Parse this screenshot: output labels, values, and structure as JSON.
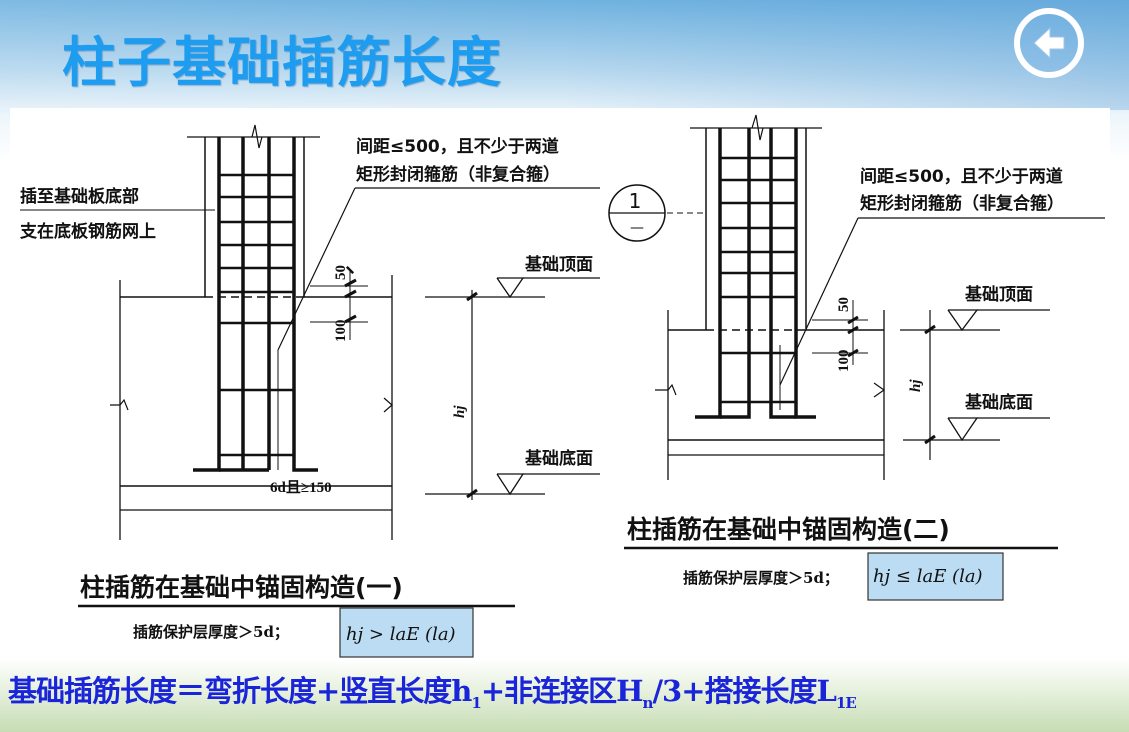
{
  "slide": {
    "title": "柱子基础插筋长度",
    "back_button_icon": "back-arrow-icon",
    "formula": {
      "main": "基础插筋长度＝弯折长度+竖直长度h",
      "h_sub": "1",
      "mid": "+非连接区H",
      "H_sub": "n",
      "mid2": "/3+搭接长度L",
      "L_sub": "1E"
    }
  },
  "diagram1": {
    "note_left_1": "插至基础板底部",
    "note_left_2": "支在底板钢筋网上",
    "note_top_1": "间距≤500，且不少于两道",
    "note_top_2": "矩形封闭箍筋（非复合箍）",
    "dim_50": "50",
    "dim_100": "100",
    "hook": "6d且≥150",
    "top_face": "基础顶面",
    "bottom_face": "基础底面",
    "hj": "hj",
    "caption": "柱插筋在基础中锚固构造(一)",
    "condition": "插筋保护层厚度＞5d；",
    "formula_box": "hj > laE (la)"
  },
  "diagram2": {
    "section_mark_top": "1",
    "section_mark_bottom": "—",
    "note_top_1": "间距≤500，且不少于两道",
    "note_top_2": "矩形封闭箍筋（非复合箍）",
    "dim_50": "50",
    "dim_100": "100",
    "top_face": "基础顶面",
    "bottom_face": "基础底面",
    "hj": "hj",
    "caption": "柱插筋在基础中锚固构造(二)",
    "condition": "插筋保护层厚度＞5d；",
    "formula_box": "hj ≤ laE (la)"
  },
  "colors": {
    "title": "#1d9cf0",
    "formula": "#1a24d8",
    "highlight_box": "#bcdcf3"
  }
}
